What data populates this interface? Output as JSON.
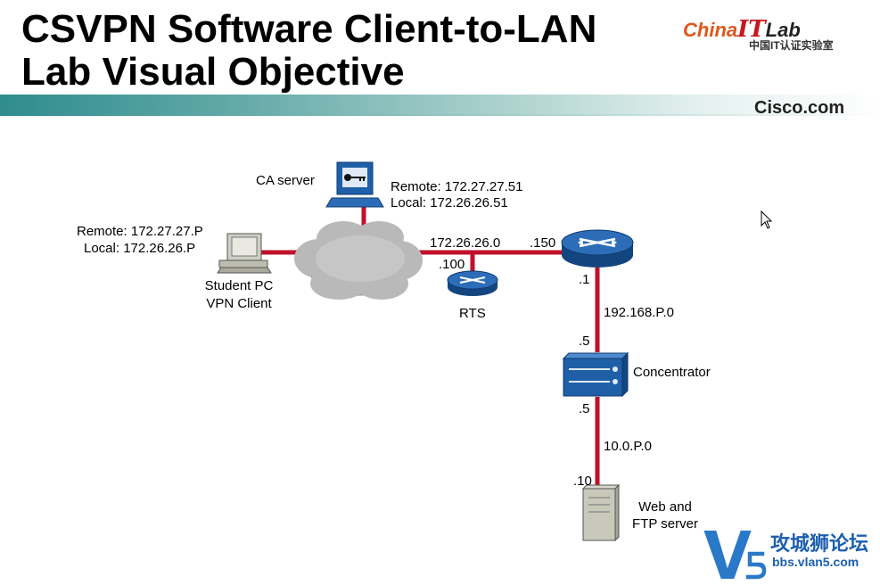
{
  "title": {
    "line1": "CSVPN Software Client-to-LAN",
    "line2": "Lab Visual Objective"
  },
  "brand": {
    "logo_part1": "China",
    "logo_part2": "IT",
    "logo_part3": "Lab",
    "subtitle": "中国IT认证实验室",
    "cisco": "Cisco.com"
  },
  "diagram": {
    "ca_server": {
      "label": "CA server",
      "remote": "Remote: 172.27.27.51",
      "local": "Local: 172.26.26.51"
    },
    "student_pc": {
      "remote": "Remote: 172.27.27.P",
      "local": "Local: 172.26.26.P",
      "name_line1": "Student PC",
      "name_line2": "VPN Client"
    },
    "net_172": "172.26.26.0",
    "rts_host": ".100",
    "router_host_150": ".150",
    "rts_label": "RTS",
    "router_host_1": ".1",
    "net_192": "192.168.P.0",
    "conc_host_top": ".5",
    "concentrator_label": "Concentrator",
    "conc_host_bottom": ".5",
    "net_10": "10.0.P.0",
    "server_host": ".10",
    "server_line1": "Web and",
    "server_line2": "FTP server"
  },
  "watermark": {
    "title": "攻城狮论坛",
    "url": "bbs.vlan5.com"
  },
  "colors": {
    "link": "#c0102a",
    "device_blue": "#1f5fa8",
    "teal_band": "#2f8c8e",
    "cloud": "#b9b9b9"
  }
}
